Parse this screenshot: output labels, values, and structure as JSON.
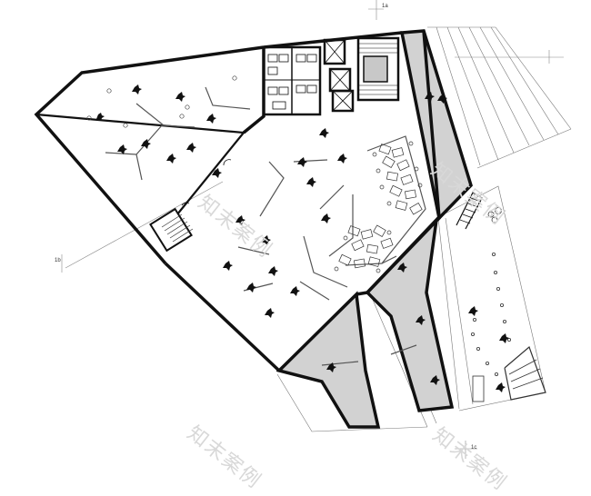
{
  "plan": {
    "watermark_text": "知末案例",
    "grid_markers": [
      "1a",
      "1b",
      "1c"
    ],
    "colors": {
      "wall": "#111111",
      "fill_grey": "#d2d2d2",
      "line": "#6e6e6e",
      "background": "#ffffff"
    }
  }
}
